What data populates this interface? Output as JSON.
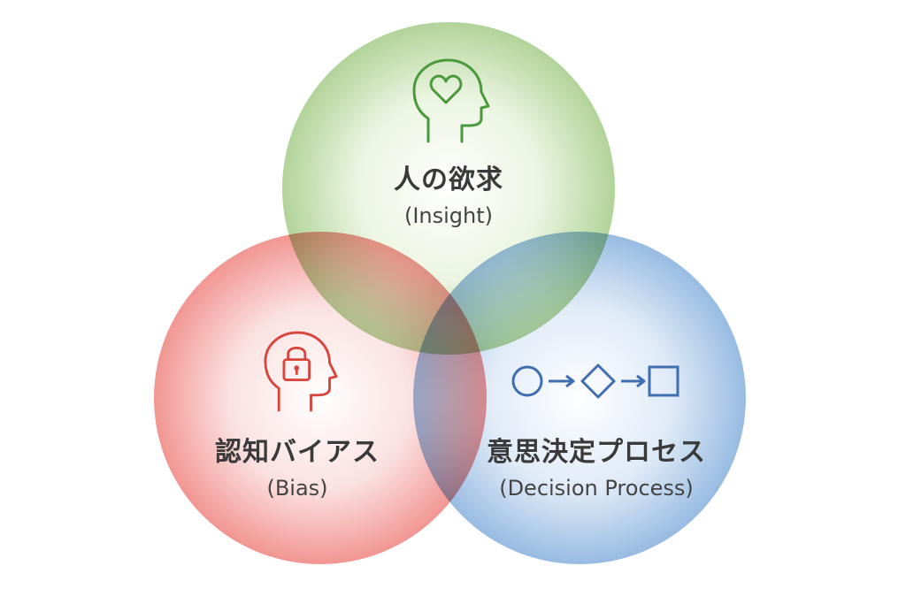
{
  "diagram": {
    "insight": {
      "title": "人の欲求",
      "subtitle": "(Insight)",
      "icon": "heart-head-icon",
      "color": "#4a9a3c"
    },
    "bias": {
      "title": "認知バイアス",
      "subtitle": "(Bias)",
      "icon": "lock-head-icon",
      "color": "#d9453b"
    },
    "decision": {
      "title": "意思決定プロセス",
      "subtitle": "(Decision Process)",
      "icon": "flow-icon",
      "color": "#3f6fb0"
    }
  }
}
